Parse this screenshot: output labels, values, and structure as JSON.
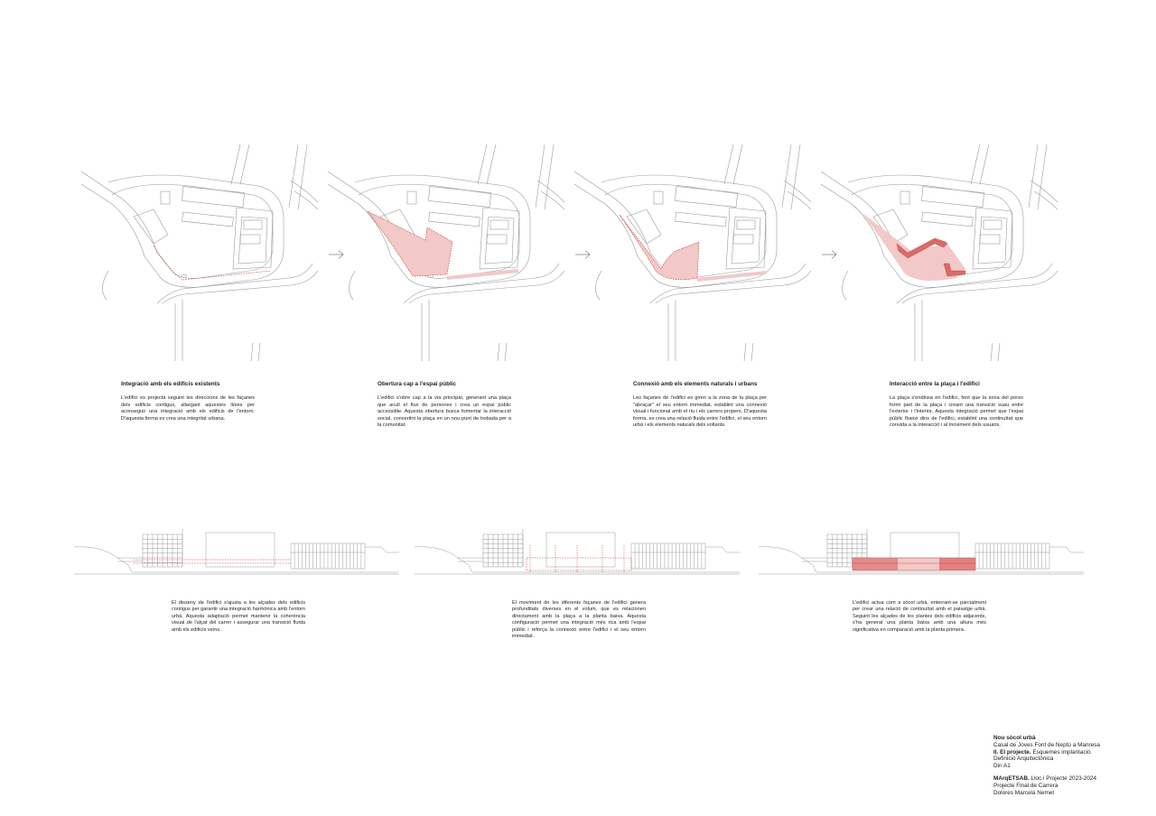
{
  "colors": {
    "line": "#9a9a9a",
    "highlight_fill": "#f2c8c8",
    "highlight_stroke": "#c0392b",
    "strong_fill": "#d96a6a"
  },
  "diagrams": [
    {
      "title": "Integració amb els edificis existents",
      "text": "L'edifici es projecta seguint les direccions de les façanes dels edificis contigus, allargant aquestes línies per aconseguir una integració amb els edificis de l'entorn. D'aquesta forma es crea una integritat urbana."
    },
    {
      "title": "Obertura cap a l'espai públic",
      "text": "L'edifici s'obre cap a la via principal, generant una plaça que acull el flux de persones i crea un espai públic accessible. Aquesta obertura busca fomentar la interacció social, convertint la plaça en un nou punt de trobada per a la comunitat."
    },
    {
      "title": "Connexió amb els elements naturals i urbans",
      "text": "Les façanes de l'edifici es giren a la zona de la plaça per \"abraçar\" el seu entorn immediat, establint una connexió visual i funcional amb el riu i els carrers propers. D'aquesta forma, es crea una relació fluida entre l'edifici, el seu entorn urbà i els elements naturals dels voltants."
    },
    {
      "title": "Interacció entre la plaça i l'edifici",
      "text": "La plaça s'endinsa en l'edifici, fent que la zona del porxo formi part de la plaça i creant una transició suau entre l'exterior i l'interior. Aquesta integració permet que l'espai públic flueixi dins de l'edifici, establint una continuïtat que convida a la interacció i al moviment dels usuaris."
    }
  ],
  "elevations": [
    {
      "text": "El disseny de l'edifici s'ajusta a les alçades dels edificis contigus per garantir una integració harmònica amb l'entorn urbà. Aquesta adaptació permet mantenir la coherència visual de l'alçat del carrer i assegurar una transició fluida amb els edificis veïns."
    },
    {
      "text": "El moviment de les diferents façanes de l'edifici genera profunditats diverses en el volum, que es relacionen directament amb la plaça a la planta baixa. Aquesta configuració permet una integració més rica amb l'espai públic i reforça la connexió entre l'edifici i el seu entorn immediat."
    },
    {
      "text": "L'edifici actua com a sòcol urbà, enterrant-se parcialment per crear una relació de continuïtat amb el paisatge urbà. Seguint les alçades de les plantes dels edificis adjacents, s'ha generat una planta baixa amb una altura més significativa en comparació amb la planta primera."
    }
  ],
  "footer": {
    "title": "Nou sòcol urbà",
    "subtitle": "Casal de Joves Font de Neptú a Manresa",
    "section_bold": "II. El projecte.",
    "section_rest": " Esquemes implantació",
    "line3": "Definició Arquitectònica",
    "line4": "Din A1",
    "school_bold": "MArqETSAB.",
    "school_rest": " Lloc i Projecte 2023-2024",
    "line6": "Projecte Final de Carrera",
    "author": "Dolores Marcela Nemet"
  }
}
